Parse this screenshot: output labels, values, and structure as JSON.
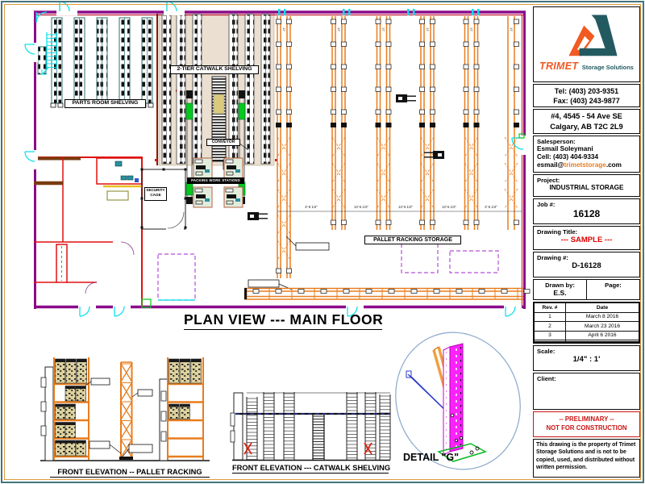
{
  "colors": {
    "wall_purple": "#8a0a8a",
    "wall_crimson": "#c01030",
    "wall_red": "#e01010",
    "wall_brown": "#7a3b10",
    "shelving_teal": "#2f6f6f",
    "rack_orange": "#e87d1e",
    "catwalk_beige": "#eadfd0",
    "door_cyan": "#00dfe8",
    "dashed_purple": "#b54fd8",
    "conveyor_green": "#06c81e",
    "workbench_green": "#e3ecdc",
    "detail_magenta": "#fb22fb",
    "detail_blue": "#2b3bc8",
    "detail_green": "#08bb22",
    "detail_orange": "#f0a03c",
    "ellipse_blue": "#8aa8cc",
    "stamp_red": "#cc1414",
    "sample_red": "#e00000",
    "logo_orange": "#f15a22",
    "logo_teal": "#235a60",
    "frame_teal": "#46747c",
    "frame_orange": "#e09a3c"
  },
  "plan": {
    "title": "PLAN VIEW  ---  MAIN FLOOR",
    "labels": {
      "parts_room": "PARTS ROOM SHELVING",
      "catwalk": "2-TIER CATWALK SHELVING",
      "pallet_storage": "PALLET RACKING STORAGE",
      "conveyor": "CONVEYOR",
      "workstations": "PACKING WORK STATIONS",
      "security_cage_line1": "SECURITY",
      "security_cage_line2": "CAGE",
      "rack_depth": "12'"
    },
    "dims": [
      "3'-9 1/4\"",
      "13'-6 1/2\"",
      "13'-6 1/2\"",
      "13'-6 1/2\"",
      "3'-6 1/4\""
    ]
  },
  "elevations": {
    "pallet_label": "FRONT ELEVATION -- PALLET RACKING",
    "catwalk_label": "FRONT ELEVATION --- CATWALK SHELVING",
    "detail_label": "DETAIL \"G\""
  },
  "title_block": {
    "brand": {
      "primary": "TRIMET",
      "secondary": "Storage Solutions"
    },
    "tel": "Tel: (403) 203-9351",
    "fax": "Fax: (403) 243-9877",
    "address1": "#4, 4545 - 54 Ave SE",
    "address2": "Calgary, AB  T2C 2L9",
    "salesperson": {
      "label": "Salesperson:",
      "name": "Esmail Soleymani",
      "cell": "Cell: (403) 404-9334",
      "email_prefix": "esmail@",
      "email_domain": "trimetstorage",
      "email_suffix": ".com"
    },
    "project": {
      "label": "Project:",
      "value": "INDUSTRIAL STORAGE"
    },
    "job": {
      "label": "Job #:",
      "value": "16128"
    },
    "drawing_title": {
      "label": "Drawing Title:",
      "value": "--- SAMPLE ---"
    },
    "drawing_number": {
      "label": "Drawing #:",
      "value": "D-16128"
    },
    "drawn_by": {
      "label": "Drawn by:",
      "value": "E.S."
    },
    "page": {
      "label": "Page:",
      "value": ""
    },
    "revisions": {
      "headers": [
        "Rev. #",
        "Date"
      ],
      "rows": [
        [
          "1",
          "March 8 2016"
        ],
        [
          "2",
          "March 23 2016"
        ],
        [
          "3",
          "April 6 2016"
        ],
        [
          "",
          ""
        ],
        [
          "",
          ""
        ]
      ]
    },
    "scale": {
      "label": "Scale:",
      "value": "1/4\" : 1'"
    },
    "client": {
      "label": "Client:",
      "value": ""
    },
    "stamp": {
      "line1": "-- PRELIMINARY --",
      "line2": "NOT FOR CONSTRUCTION"
    },
    "disclaimer": "This drawing is the property of Trimet Storage Solutions and is not to be copied, used, and distributed without written permission."
  }
}
